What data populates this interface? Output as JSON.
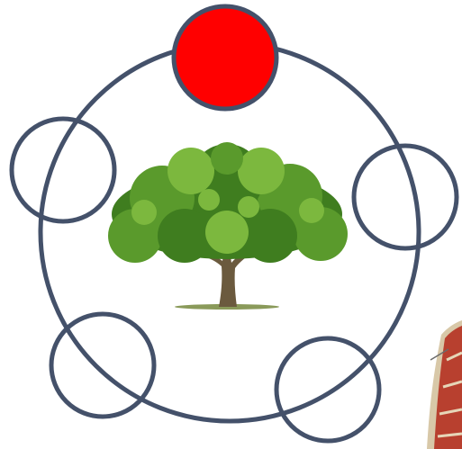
{
  "diagram": {
    "nodes": [
      {
        "id": "node-top",
        "filled": true
      },
      {
        "id": "node-right",
        "filled": false
      },
      {
        "id": "node-bottom-right",
        "filled": false
      },
      {
        "id": "node-bottom-left",
        "filled": false
      },
      {
        "id": "node-left",
        "filled": false
      }
    ],
    "center_image": "tree",
    "corner_image": "anatomy-illustration-partial"
  },
  "colors": {
    "ring_stroke": "#44516a",
    "highlight_fill": "#ff0000",
    "background": "#ffffff",
    "tree_leaf_dark": "#3f7d1f",
    "tree_leaf_mid": "#5a9a2c",
    "tree_leaf_light": "#7cb83e",
    "tree_trunk": "#6b5a3e",
    "ground": "#8a9a5a",
    "anatomy_red": "#b8402f",
    "anatomy_beige": "#d8c8a8"
  }
}
